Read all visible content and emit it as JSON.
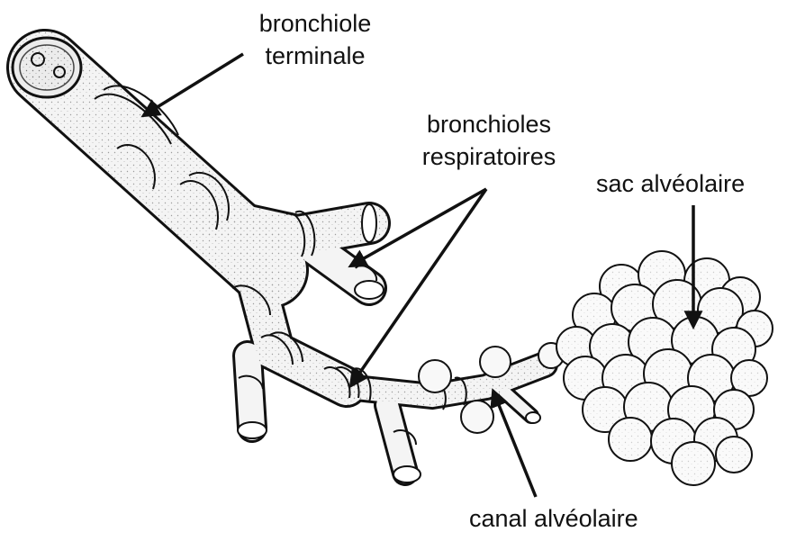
{
  "labels": {
    "terminal_bronchiole": [
      "bronchiole",
      "terminale"
    ],
    "respiratory_bronchioles": [
      "bronchioles",
      "respiratoires"
    ],
    "alveolar_sac": "sac alvéolaire",
    "alveolar_duct": "canal alvéolaire"
  },
  "colors": {
    "ink": "#111111",
    "tissue_fill": "#f4f4f4",
    "background": "#ffffff"
  }
}
